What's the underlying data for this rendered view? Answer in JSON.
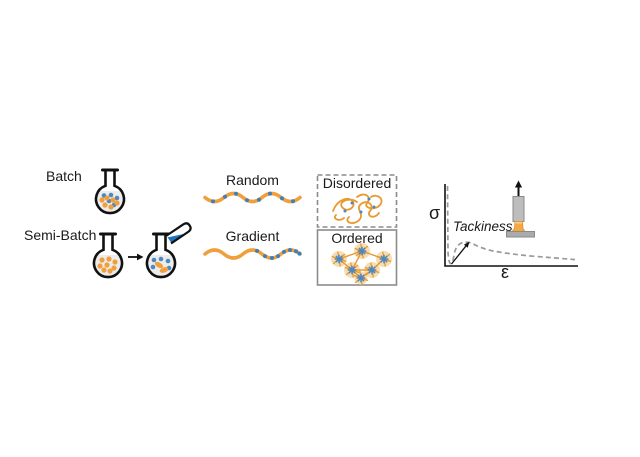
{
  "figure": {
    "synthesis": {
      "batch_label": "Batch",
      "semi_batch_label": "Semi-Batch"
    },
    "sequence": {
      "random_label": "Random",
      "gradient_label": "Gradient"
    },
    "morphology": {
      "disordered_label": "Disordered",
      "ordered_label": "Ordered"
    },
    "plot": {
      "y_axis_label": "σ",
      "x_axis_label": "ε",
      "annotation_label": "Tackiness",
      "curve_style": "dashed"
    },
    "icons": {
      "batch_flask": "round-bottom flask with mixed orange and blue monomer dots",
      "semi_batch_initial_flask": "round-bottom flask with orange monomer dots only",
      "semi_batch_final_flask": "round-bottom flask with blue dots and orange aggregates",
      "pouring_vessel": "tilted tube pouring dark blue liquid into flask",
      "feed_arrow": "right arrow between flasks",
      "probe_tack": "probe with orange adhesive on substrate, pulled upward",
      "pull_arrow": "up arrow above probe"
    },
    "colors": {
      "orange": "#EFA03C",
      "orange_halo": "#F8DCB2",
      "blue": "#4C88C2",
      "liquid_blue": "#1E73BE",
      "flask_liquid": "#ECECEC",
      "box_border": "#8C8C8C",
      "curve_gray": "#9A9A9A",
      "probe_gray": "#BDBDBD",
      "text": "#1A1A1A"
    }
  },
  "chart_data": {
    "type": "line",
    "title": "",
    "xlabel": "ε",
    "ylabel": "σ",
    "x_range": "unlabeled (qualitative strain axis)",
    "y_range": "unlabeled (qualitative stress axis)",
    "grid": false,
    "legend_position": "none",
    "series": [
      {
        "name": "probe-tack stress-strain sketch",
        "style": "dashed gray",
        "x": [
          0,
          0.01,
          0.03,
          0.05,
          0.08,
          0.12,
          0.2,
          0.35,
          0.55,
          0.75,
          1.0
        ],
        "y": [
          0,
          1.0,
          0.05,
          0.22,
          0.28,
          0.27,
          0.22,
          0.16,
          0.12,
          0.09,
          0.07
        ]
      }
    ],
    "annotations": [
      {
        "text": "Tackiness",
        "style": "italic",
        "arrow_points_to": "sharp initial stress peak near ε = 0"
      }
    ]
  }
}
